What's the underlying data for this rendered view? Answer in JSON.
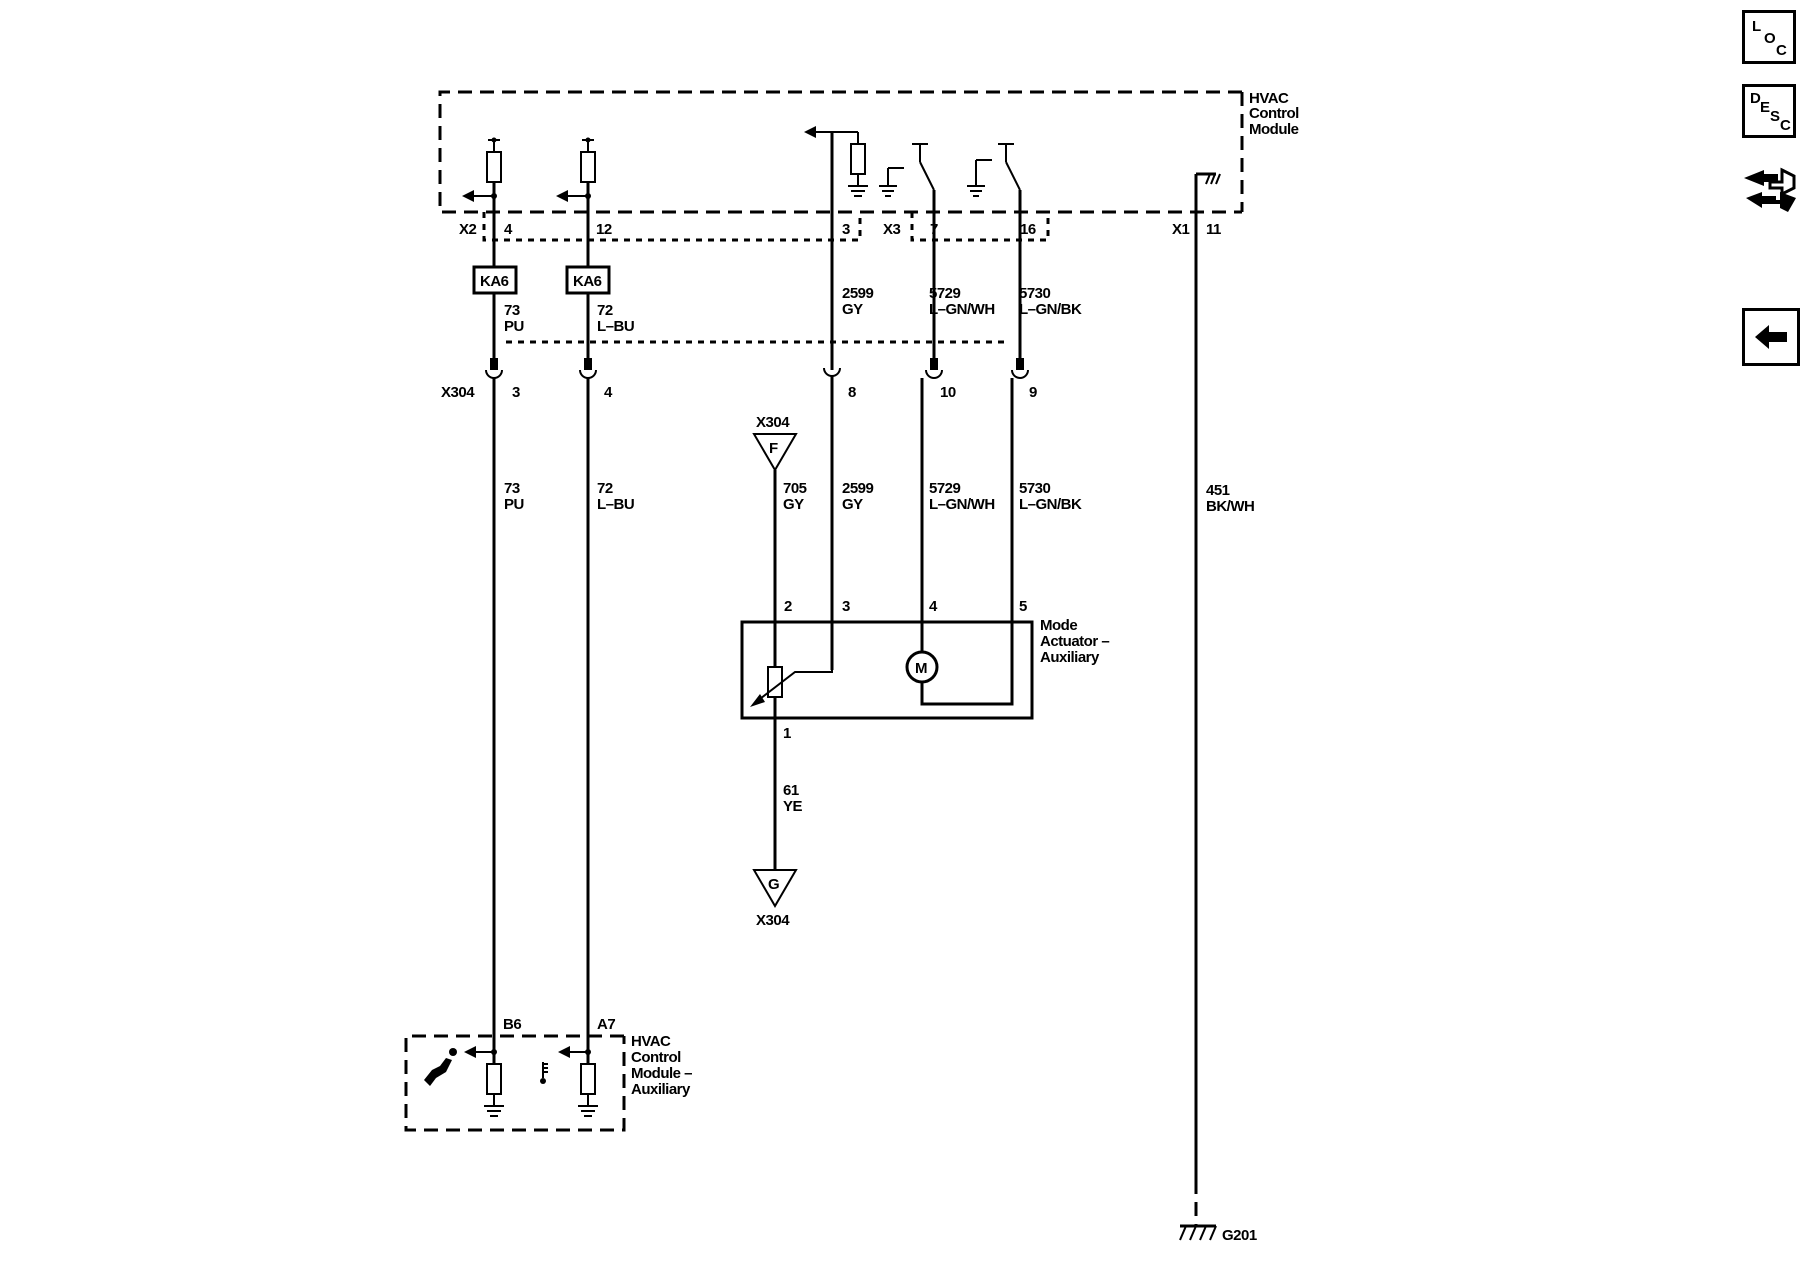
{
  "modules": {
    "hvac_control_module": [
      "HVAC",
      "Control",
      "Module"
    ],
    "hvac_control_module_aux": [
      "HVAC",
      "Control",
      "Module –",
      "Auxiliary"
    ],
    "mode_actuator_aux": [
      "Mode",
      "Actuator –",
      "Auxiliary"
    ]
  },
  "connectors": {
    "x2": "X2",
    "x3": "X3",
    "x1": "X1",
    "x304": "X304",
    "x304_f_top": "X304",
    "x304_g_bottom": "X304",
    "ground": "G201"
  },
  "pins": {
    "x2_4": "4",
    "x2_12": "12",
    "x2_3": "3",
    "x3_7": "7",
    "x3_16": "16",
    "x1_11": "11",
    "x304_3": "3",
    "x304_4": "4",
    "x304_8": "8",
    "x304_10": "10",
    "x304_9": "9",
    "act_2": "2",
    "act_3": "3",
    "act_4": "4",
    "act_5": "5",
    "act_1": "1",
    "aux_b6": "B6",
    "aux_a7": "A7"
  },
  "option_codes": {
    "left": "KA6",
    "right": "KA6"
  },
  "motor_symbol": "M",
  "inline_marks": {
    "f": "F",
    "g": "G"
  },
  "wires": {
    "w73_top": {
      "circuit": "73",
      "color": "PU"
    },
    "w72_top": {
      "circuit": "72",
      "color": "L–BU"
    },
    "w2599_top": {
      "circuit": "2599",
      "color": "GY"
    },
    "w5729_top": {
      "circuit": "5729",
      "color": "L–GN/WH"
    },
    "w5730_top": {
      "circuit": "5730",
      "color": "L–GN/BK"
    },
    "w73_bot": {
      "circuit": "73",
      "color": "PU"
    },
    "w72_bot": {
      "circuit": "72",
      "color": "L–BU"
    },
    "w705": {
      "circuit": "705",
      "color": "GY"
    },
    "w2599_bot": {
      "circuit": "2599",
      "color": "GY"
    },
    "w5729_bot": {
      "circuit": "5729",
      "color": "L–GN/WH"
    },
    "w5730_bot": {
      "circuit": "5730",
      "color": "L–GN/BK"
    },
    "w451": {
      "circuit": "451",
      "color": "BK/WH"
    },
    "w61": {
      "circuit": "61",
      "color": "YE"
    }
  },
  "nav": {
    "loc": [
      "L",
      "O",
      "C"
    ],
    "desc": [
      "D",
      "E",
      "S",
      "C"
    ],
    "connector_icon": "connector-end-view-icon",
    "back_icon": "back-arrow-icon"
  }
}
